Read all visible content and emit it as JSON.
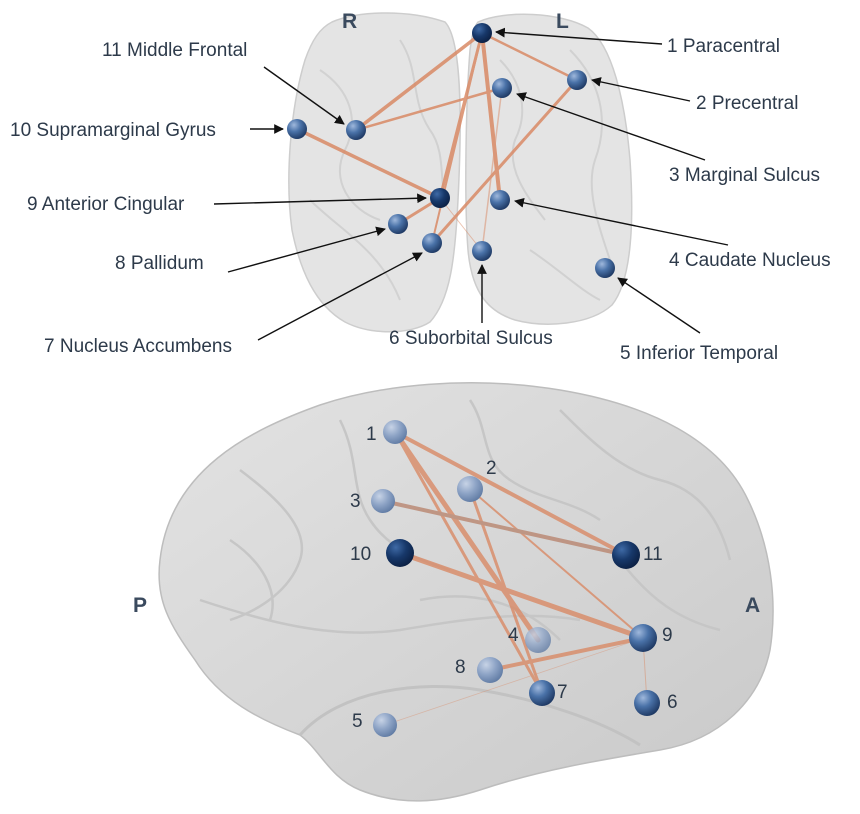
{
  "top_view": {
    "hemisphere_right": "R",
    "hemisphere_left": "L",
    "regions": [
      {
        "id": "1",
        "label": "1 Paracentral"
      },
      {
        "id": "2",
        "label": "2 Precentral"
      },
      {
        "id": "3",
        "label": "3 Marginal Sulcus"
      },
      {
        "id": "4",
        "label": "4 Caudate Nucleus"
      },
      {
        "id": "5",
        "label": "5 Inferior Temporal"
      },
      {
        "id": "6",
        "label": "6 Suborbital Sulcus"
      },
      {
        "id": "7",
        "label": "7 Nucleus Accumbens"
      },
      {
        "id": "8",
        "label": "8 Pallidum"
      },
      {
        "id": "9",
        "label": "9 Anterior Cingular"
      },
      {
        "id": "10",
        "label": "10 Supramarginal Gyrus"
      },
      {
        "id": "11",
        "label": "11 Middle Frontal"
      }
    ]
  },
  "side_view": {
    "posterior": "P",
    "anterior": "A",
    "node_numbers": [
      "1",
      "2",
      "3",
      "4",
      "5",
      "6",
      "7",
      "8",
      "9",
      "10",
      "11"
    ]
  },
  "colors": {
    "node": "#3c6399",
    "node_dark": "#1e3f70",
    "edge": "#d98a66",
    "brain": "#d6d6d6",
    "text": "#2d3a4a"
  }
}
